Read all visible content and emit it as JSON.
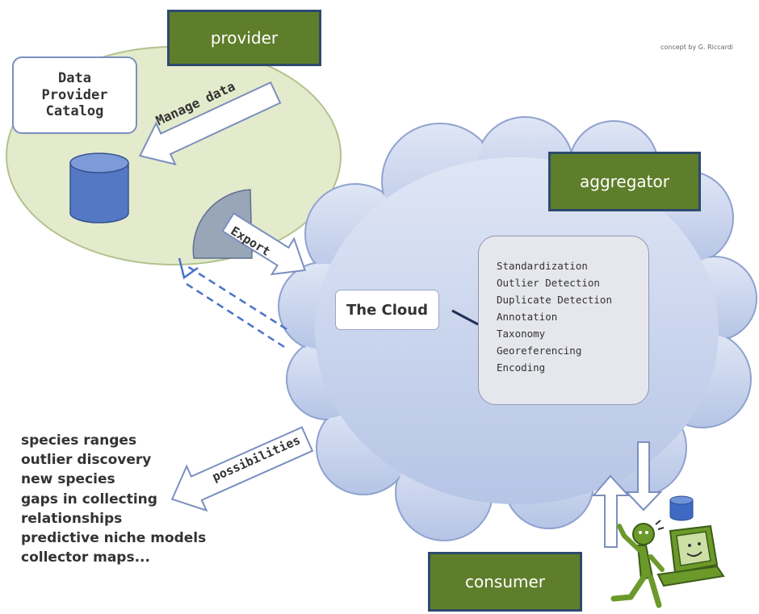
{
  "credit": "concept by G. Riccardi",
  "labels": {
    "provider": "provider",
    "aggregator": "aggregator",
    "consumer": "consumer"
  },
  "data_provider_catalog": [
    "Data",
    "Provider",
    "Catalog"
  ],
  "arrows": {
    "manage": "Manage data",
    "export": "Export",
    "possibilities": "possibilities"
  },
  "cloud_label": "The Cloud",
  "services": [
    "Standardization",
    "Outlier Detection",
    "Duplicate Detection",
    "Annotation",
    "Taxonomy",
    "Georeferencing",
    "Encoding"
  ],
  "possibilities": [
    "species ranges",
    "outlier discovery",
    "new species",
    "gaps in collecting",
    "relationships",
    "predictive niche models",
    "collector maps..."
  ],
  "colors": {
    "label_fill": "#5f7e2b",
    "label_border": "#2d4a6e",
    "provider_fill": "#e4ebcc",
    "cloud_fill": "#c5d2ec",
    "cylinder_fill": "#5478c4",
    "figure_green": "#6b9a2a"
  }
}
